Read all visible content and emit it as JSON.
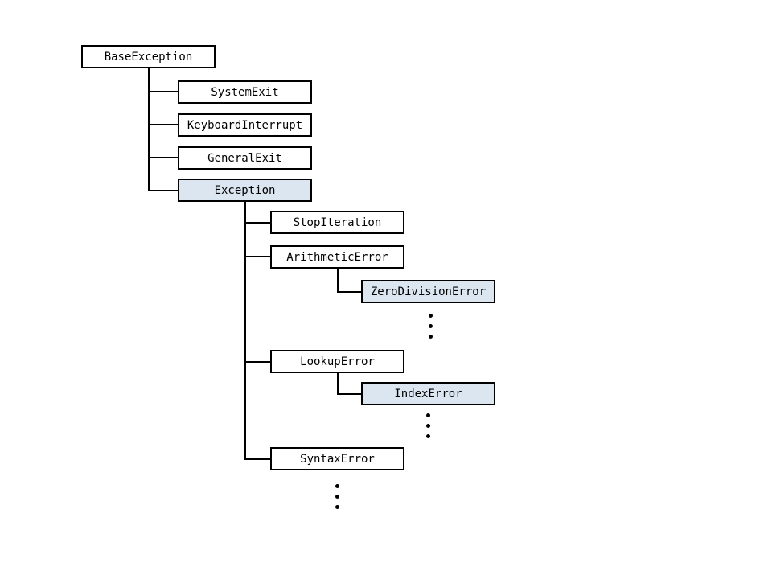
{
  "diagram": {
    "type": "tree-hierarchy",
    "subject": "exception class hierarchy",
    "colors": {
      "background": "#ffffff",
      "box_border": "#000000",
      "box_fill_default": "#ffffff",
      "box_fill_highlight": "#dce6f1",
      "text": "#000000",
      "connector": "#000000"
    },
    "nodes": {
      "base_exception": {
        "label": "BaseException",
        "highlighted": false,
        "parent": null
      },
      "system_exit": {
        "label": "SystemExit",
        "highlighted": false,
        "parent": "BaseException"
      },
      "keyboard_interrupt": {
        "label": "KeyboardInterrupt",
        "highlighted": false,
        "parent": "BaseException"
      },
      "general_exit": {
        "label": "GeneralExit",
        "highlighted": false,
        "parent": "BaseException"
      },
      "exception": {
        "label": "Exception",
        "highlighted": true,
        "parent": "BaseException"
      },
      "stop_iteration": {
        "label": "StopIteration",
        "highlighted": false,
        "parent": "Exception"
      },
      "arithmetic_error": {
        "label": "ArithmeticError",
        "highlighted": false,
        "parent": "Exception"
      },
      "zero_division_error": {
        "label": "ZeroDivisionError",
        "highlighted": true,
        "parent": "ArithmeticError"
      },
      "lookup_error": {
        "label": "LookupError",
        "highlighted": false,
        "parent": "Exception"
      },
      "index_error": {
        "label": "IndexError",
        "highlighted": true,
        "parent": "LookupError"
      },
      "syntax_error": {
        "label": "SyntaxError",
        "highlighted": false,
        "parent": "Exception"
      }
    },
    "ellipsis_groups": [
      {
        "below": "ZeroDivisionError",
        "dot_count": 3
      },
      {
        "below": "IndexError",
        "dot_count": 3
      },
      {
        "below": "SyntaxError",
        "dot_count": 3
      }
    ]
  }
}
